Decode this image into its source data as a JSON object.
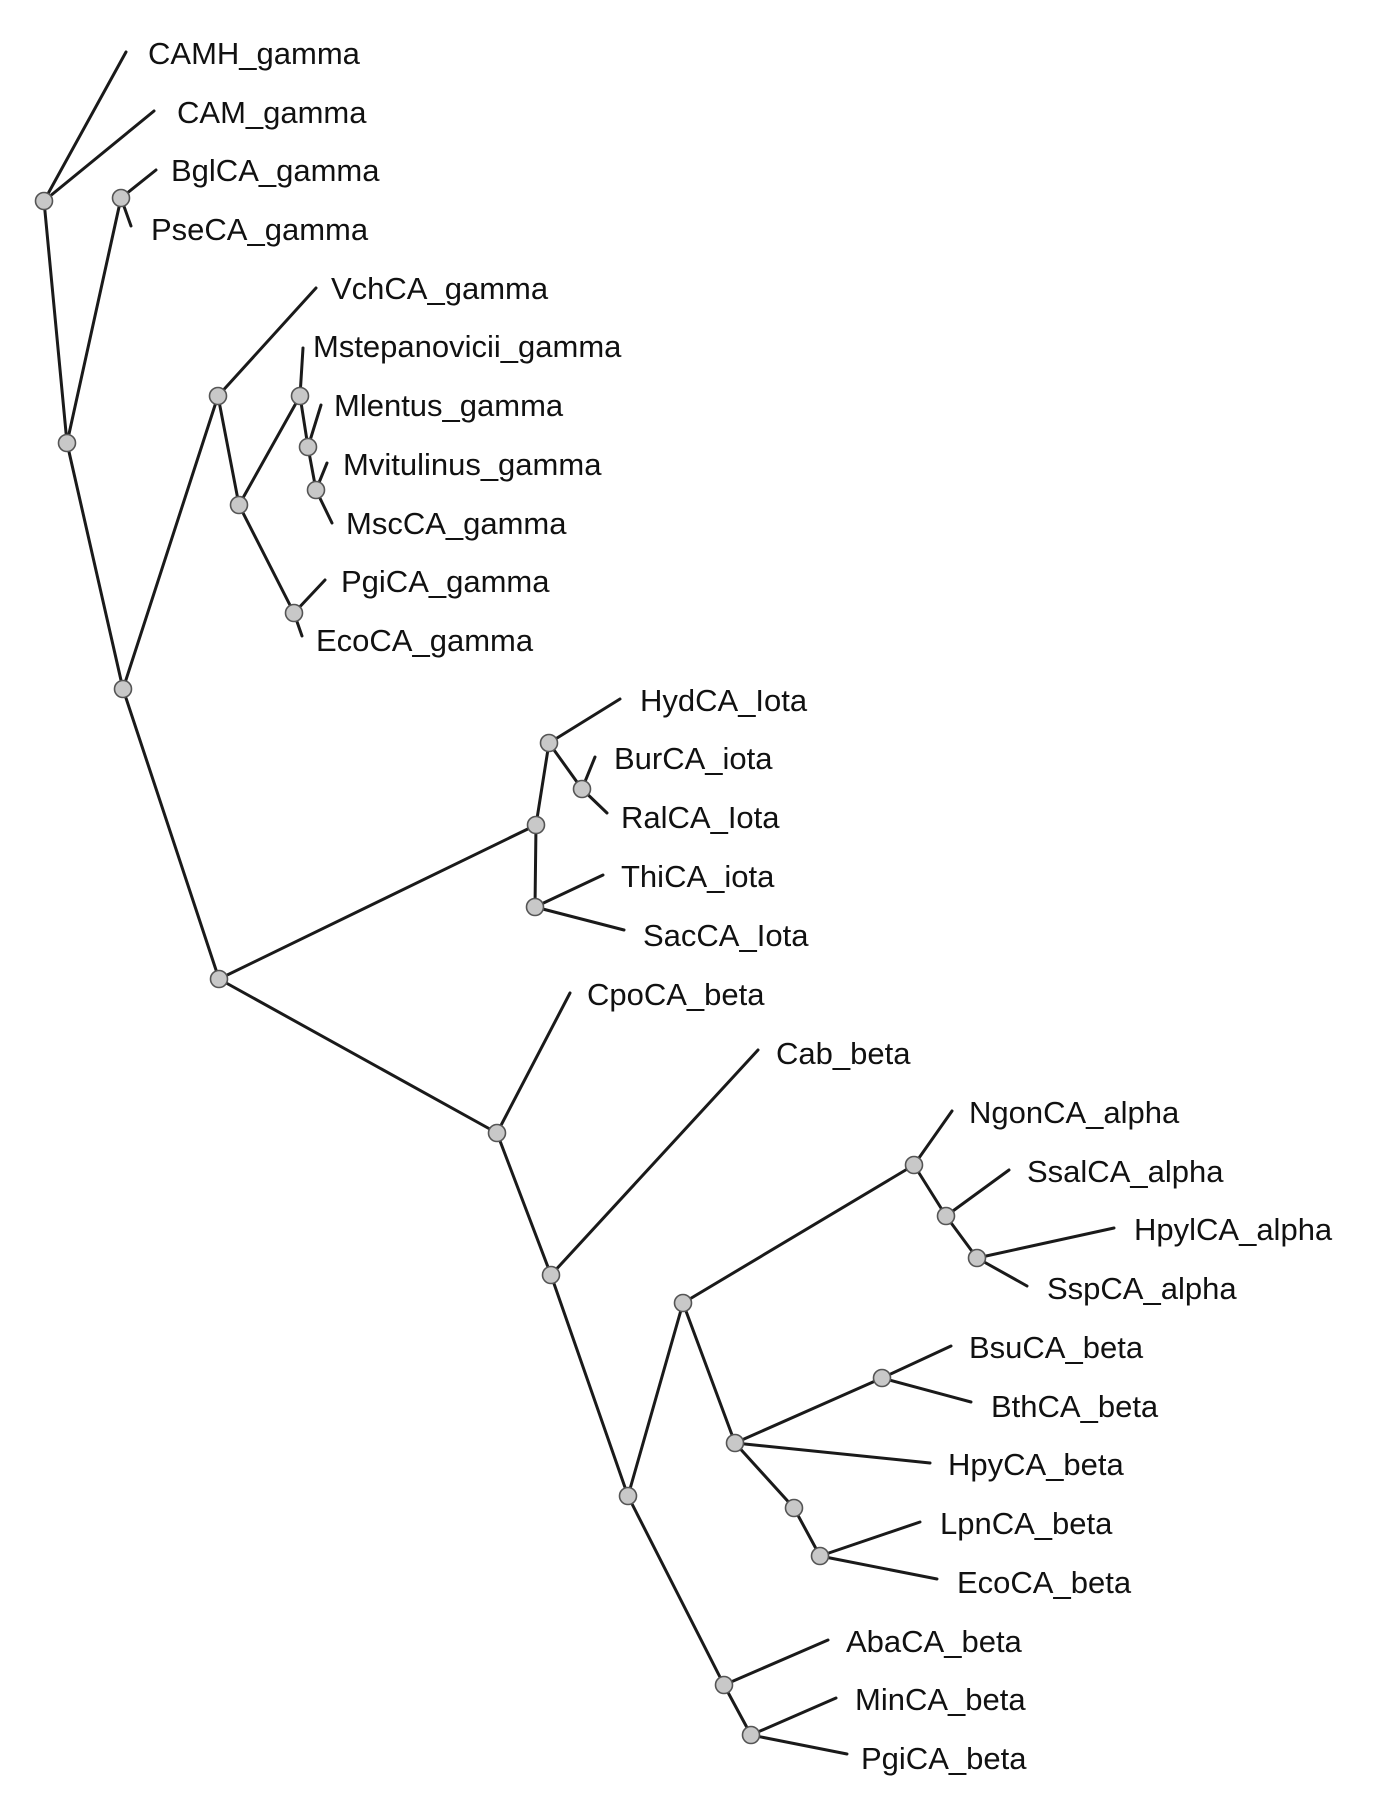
{
  "diagram": {
    "type": "phylogenetic-tree",
    "colors": {
      "branch": "#1a1a1a",
      "node_fill": "#c8c8c8",
      "node_stroke": "#555555",
      "text": "#111111"
    },
    "leaves": [
      "CAMH_gamma",
      "CAM_gamma",
      "BglCA_gamma",
      "PseCA_gamma",
      "VchCA_gamma",
      "Mstepanovicii_gamma",
      "Mlentus_gamma",
      "Mvitulinus_gamma",
      "MscCA_gamma",
      "PgiCA_gamma",
      "EcoCA_gamma",
      "HydCA_Iota",
      "BurCA_iota",
      "RalCA_Iota",
      "ThiCA_iota",
      "SacCA_Iota",
      "CpoCA_beta",
      "Cab_beta",
      "NgonCA_alpha",
      "SsalCA_alpha",
      "HpylCA_alpha",
      "SspCA_alpha",
      "BsuCA_beta",
      "BthCA_beta",
      "HpyCA_beta",
      "LpnCA_beta",
      "EcoCA_beta",
      "AbaCA_beta",
      "MinCA_beta",
      "PgiCA_beta"
    ]
  }
}
